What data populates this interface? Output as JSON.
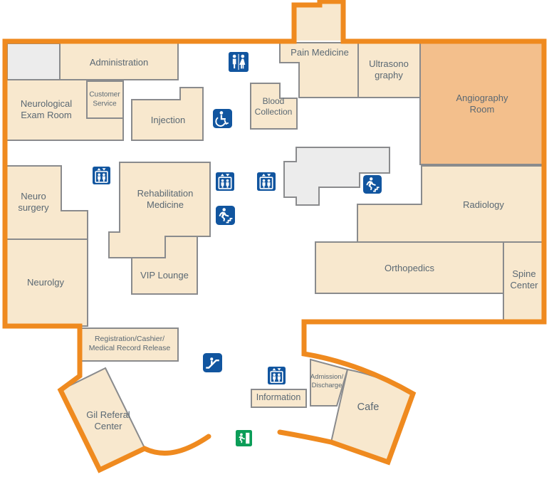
{
  "map_title": "Hospital floor plan",
  "colors": {
    "orange": "#EF8A1F",
    "room-fill": "#F8E8CE",
    "accent-room-fill": "#F3BF8C",
    "gray-fill": "#ECECEC",
    "room-border": "#8A8B8D",
    "text": "#5A6873",
    "icon-blue": "#11559F",
    "exit-green": "#0B9D58"
  },
  "rooms": {
    "administration": {
      "label": "Administration"
    },
    "customer_service": {
      "label": "Customer\nService"
    },
    "neurological_exam": {
      "label": "Neurological\nExam Room"
    },
    "injection": {
      "label": "Injection"
    },
    "pain_medicine": {
      "label": "Pain Medicine"
    },
    "ultrasonography": {
      "label": "Ultrasono\ngraphy"
    },
    "angiography": {
      "label": "Angiography\nRoom"
    },
    "blood_collection": {
      "label": "Blood\nCollection"
    },
    "neuro_surgery": {
      "label": "Neuro\nsurgery"
    },
    "rehabilitation": {
      "label": "Rehabilitation\nMedicine"
    },
    "vip_lounge": {
      "label": "VIP Lounge"
    },
    "neurolgy": {
      "label": "Neurolgy"
    },
    "radiology": {
      "label": "Radiology"
    },
    "orthopedics": {
      "label": "Orthopedics"
    },
    "spine_center": {
      "label": "Spine\nCenter"
    },
    "registration": {
      "label": "Registration/Cashier/\nMedical Record Release"
    },
    "gil_referal": {
      "label": "Gil Referal\nCenter"
    },
    "information": {
      "label": "Information"
    },
    "admission": {
      "label": "Admission/\nDischarge"
    },
    "cafe": {
      "label": "Cafe"
    }
  },
  "icons": {
    "restroom": "Restroom",
    "wheelchair": "Wheelchair accessible",
    "elevator": "Elevator",
    "emergency_stairs": "Emergency stairs",
    "escalator": "Escalator",
    "emergency_exit": "Emergency exit"
  }
}
